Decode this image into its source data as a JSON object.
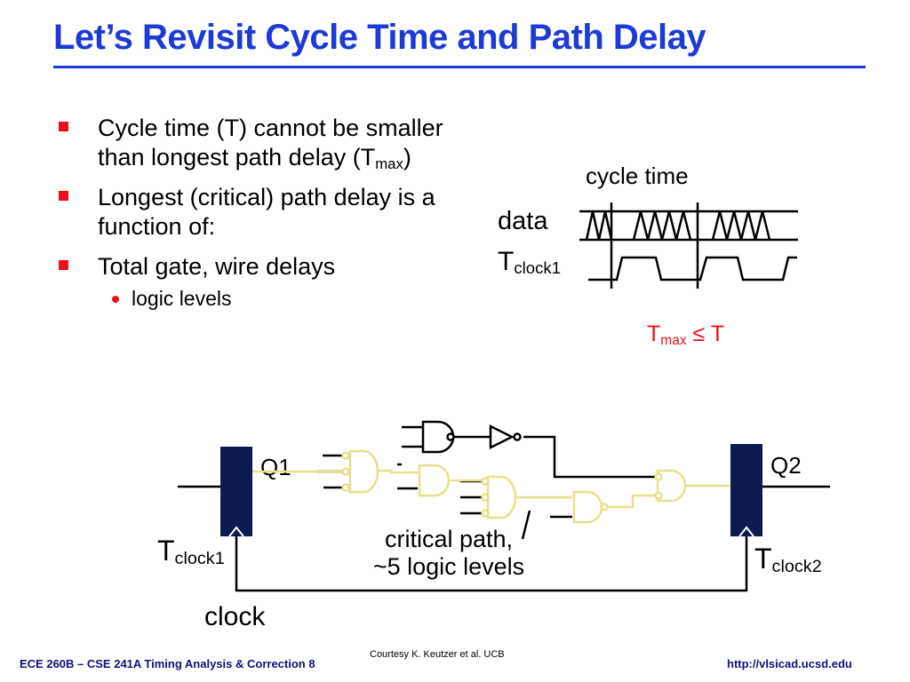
{
  "title": "Let’s Revisit Cycle Time and Path Delay",
  "bullets": [
    {
      "pre": "Cycle time (T) cannot be smaller than longest path delay (T",
      "sub": "max",
      "post": ")"
    },
    {
      "text": "Longest (critical) path delay is a function of:"
    },
    {
      "text": "Total gate, wire delays"
    }
  ],
  "sub_bullets": [
    "logic levels"
  ],
  "timing": {
    "cycle_label": "cycle time",
    "data_label": "data",
    "clock_base": "T",
    "clock_sub": "clock1",
    "relation_t": "T",
    "relation_sub": "max",
    "relation_rest": " ≤ T",
    "relation_color": "#e8101a"
  },
  "circuit": {
    "q1": "Q1",
    "q2": "Q2",
    "tclock1_base": "T",
    "tclock1_sub": "clock1",
    "tclock2_base": "T",
    "tclock2_sub": "clock2",
    "clock": "clock",
    "critical_line1": "critical path,",
    "critical_line2": "~5 logic levels",
    "register_color": "#0d1a52",
    "critical_color": "#e8e08a"
  },
  "footer": {
    "left": "ECE 260B – CSE 241A Timing Analysis & Correction 8",
    "credit": "Courtesy K. Keutzer et al. UCB",
    "right": "http://vlsicad.ucsd.edu"
  }
}
